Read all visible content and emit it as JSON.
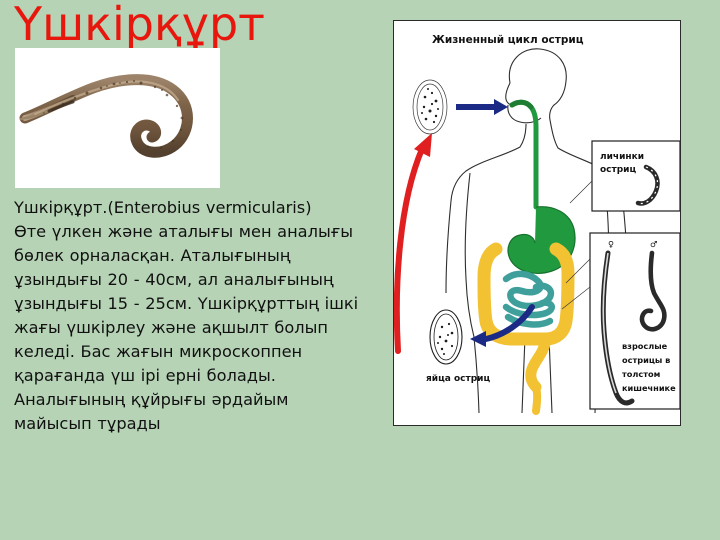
{
  "slide": {
    "background_color": "#b6d3b6",
    "title": "Үшкірқұрт",
    "title_color": "#e8170d"
  },
  "photo": {
    "name": "pinworm-specimen-photo",
    "background_color": "#ffffff",
    "subject": "Enterobius vermicularis adult worm specimen"
  },
  "body": {
    "text": "Үшкірқұрт.(Enterobius vermicularis)\nӨте үлкен және аталығы мен аналығы бөлек орналасқан. Аталығының ұзындығы 20 - 40см, ал аналығының ұзындығы 15 - 25см. Үшкірқұрттың ішкі жағы үшкірлеу және ақшылт болып келеді. Бас жағын микроскоппен қарағанда үш ірі ерні болады. Аналығының құйрығы әрдайым майысып тұрады"
  },
  "diagram": {
    "title": "Жизненный цикл остриц",
    "labels": {
      "larvae": "личинки\nостриц",
      "eggs": "яйца остриц",
      "adults": "взрослые\nострицы в\nтолстом\nкишечнике",
      "female_symbol": "♀",
      "male_symbol": "♂"
    },
    "colors": {
      "esophagus_stomach": "#219a3f",
      "colon": "#f2c233",
      "small_intestine": "#3f9f9b",
      "arrow_blue": "#1b2b85",
      "arrow_red": "#e02020",
      "panel_background": "#ffffff",
      "panel_border": "#2a2a2a"
    }
  }
}
